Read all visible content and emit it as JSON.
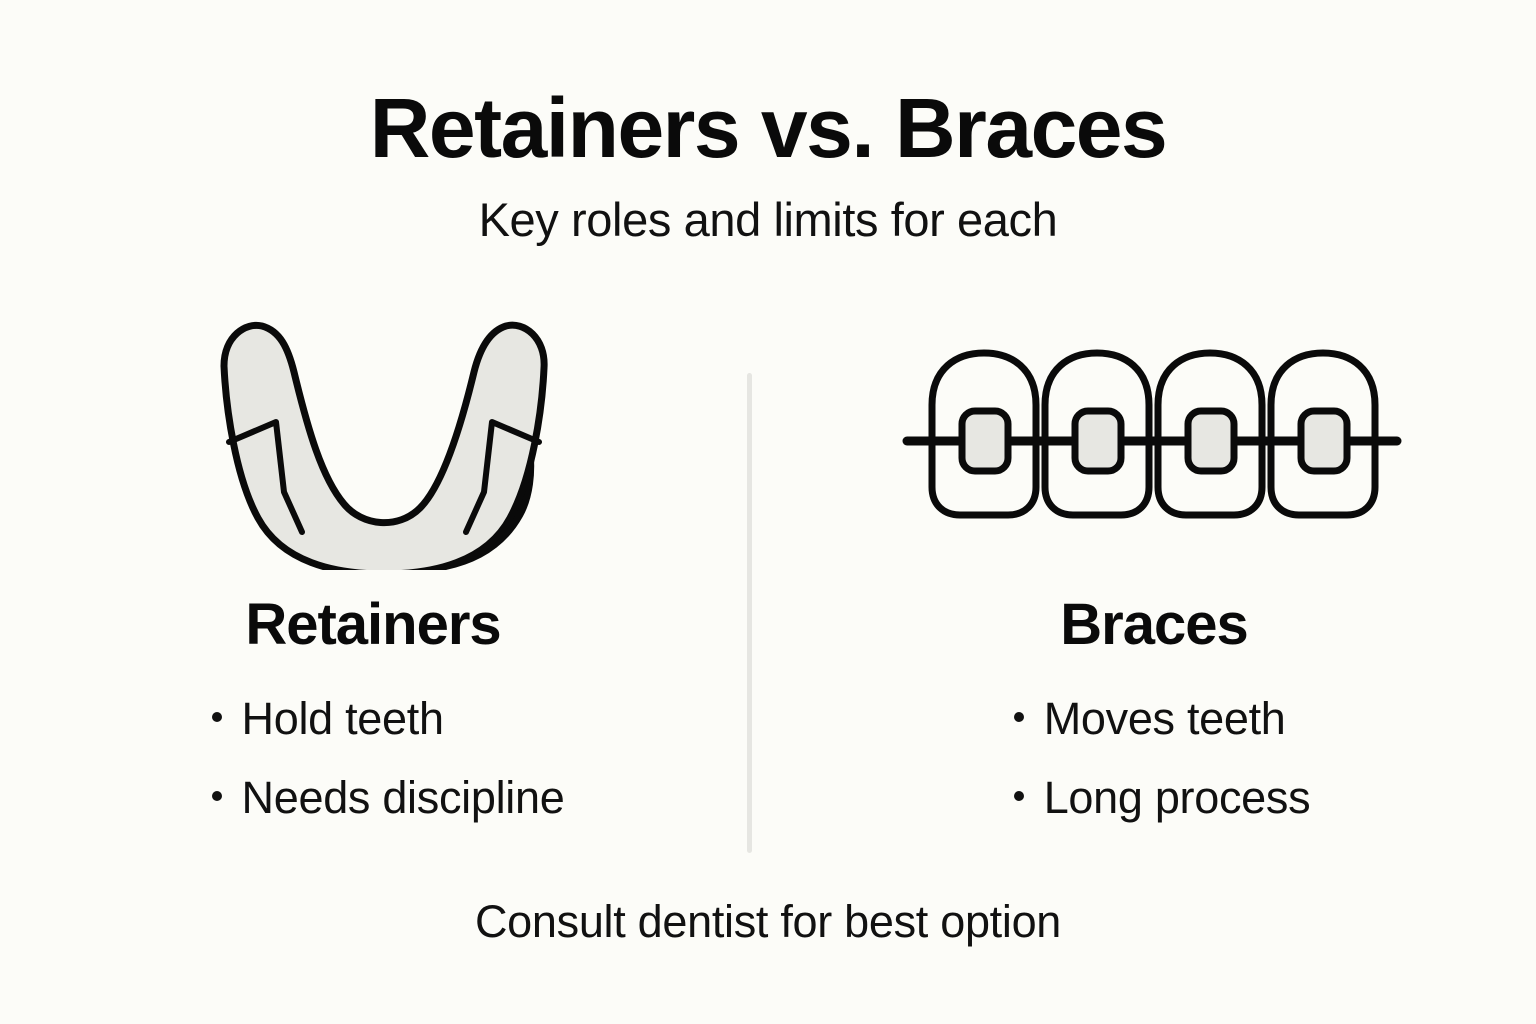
{
  "header": {
    "title": "Retainers vs. Braces",
    "subtitle": "Key roles and limits for each"
  },
  "columns": [
    {
      "id": "retainers",
      "heading": "Retainers",
      "illustration": "retainer-arch-icon",
      "bullets": [
        "Hold teeth",
        "Needs discipline"
      ]
    },
    {
      "id": "braces",
      "heading": "Braces",
      "illustration": "braces-teeth-icon",
      "bullets": [
        "Moves teeth",
        "Long process"
      ]
    }
  ],
  "footer": {
    "note": "Consult dentist for best option"
  },
  "colors": {
    "background": "#fcfcf8",
    "ink": "#0a0a0a",
    "fill_gray": "#e7e7e2",
    "divider": "#e6e6e2"
  }
}
